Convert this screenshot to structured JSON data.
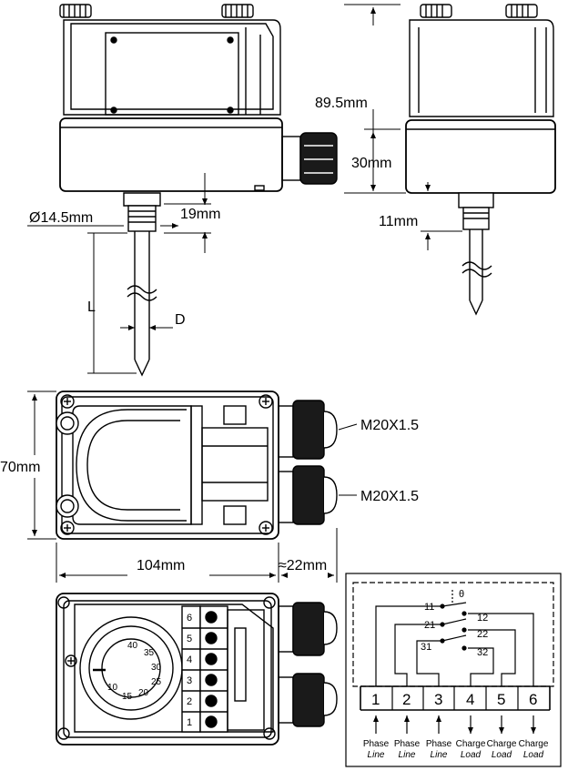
{
  "dimensions": {
    "diameter": "Ø14.5mm",
    "probe_thread_height": "19mm",
    "probe_length_label": "L",
    "probe_diameter_label": "D",
    "total_height": "89.5mm",
    "base_height": "30mm",
    "side_thread_height": "11mm",
    "width": "70mm",
    "length": "104mm",
    "gland_length": "≈22mm"
  },
  "cable_glands": [
    {
      "label": "M20X1.5"
    },
    {
      "label": "M20X1.5"
    }
  ],
  "dial": {
    "scale": [
      "10",
      "15",
      "20",
      "25",
      "30",
      "35",
      "40"
    ]
  },
  "terminal_block": {
    "numbers": [
      "6",
      "5",
      "4",
      "3",
      "2",
      "1"
    ]
  },
  "wiring": {
    "theta": "θ",
    "contacts": [
      "11",
      "12",
      "21",
      "22",
      "31",
      "32"
    ],
    "terminals": [
      "1",
      "2",
      "3",
      "4",
      "5",
      "6"
    ],
    "labels": [
      {
        "top": "Phase",
        "bottom": "Line"
      },
      {
        "top": "Phase",
        "bottom": "Line"
      },
      {
        "top": "Phase",
        "bottom": "Line"
      },
      {
        "top": "Charge",
        "bottom": "Load"
      },
      {
        "top": "Charge",
        "bottom": "Load"
      },
      {
        "top": "Charge",
        "bottom": "Load"
      }
    ]
  }
}
